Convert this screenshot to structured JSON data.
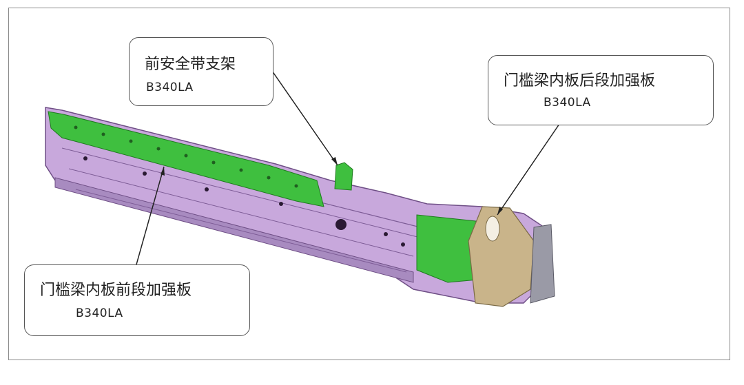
{
  "callouts": [
    {
      "id": "front-seatbelt-bracket",
      "title": "前安全带支架",
      "code": "B340LA"
    },
    {
      "id": "rear-reinforcement",
      "title": "门槛梁内板后段加强板",
      "code": "B340LA"
    },
    {
      "id": "front-reinforcement",
      "title": "门槛梁内板前段加强板",
      "code": "B340LA"
    }
  ],
  "colors": {
    "sill_purple": "#c8a8dc",
    "sill_dark": "#8e6aa8",
    "reinforcement_green": "#3fbf3f",
    "rear_plate_tan": "#c9b48a",
    "rear_grey": "#9a9aa6"
  }
}
